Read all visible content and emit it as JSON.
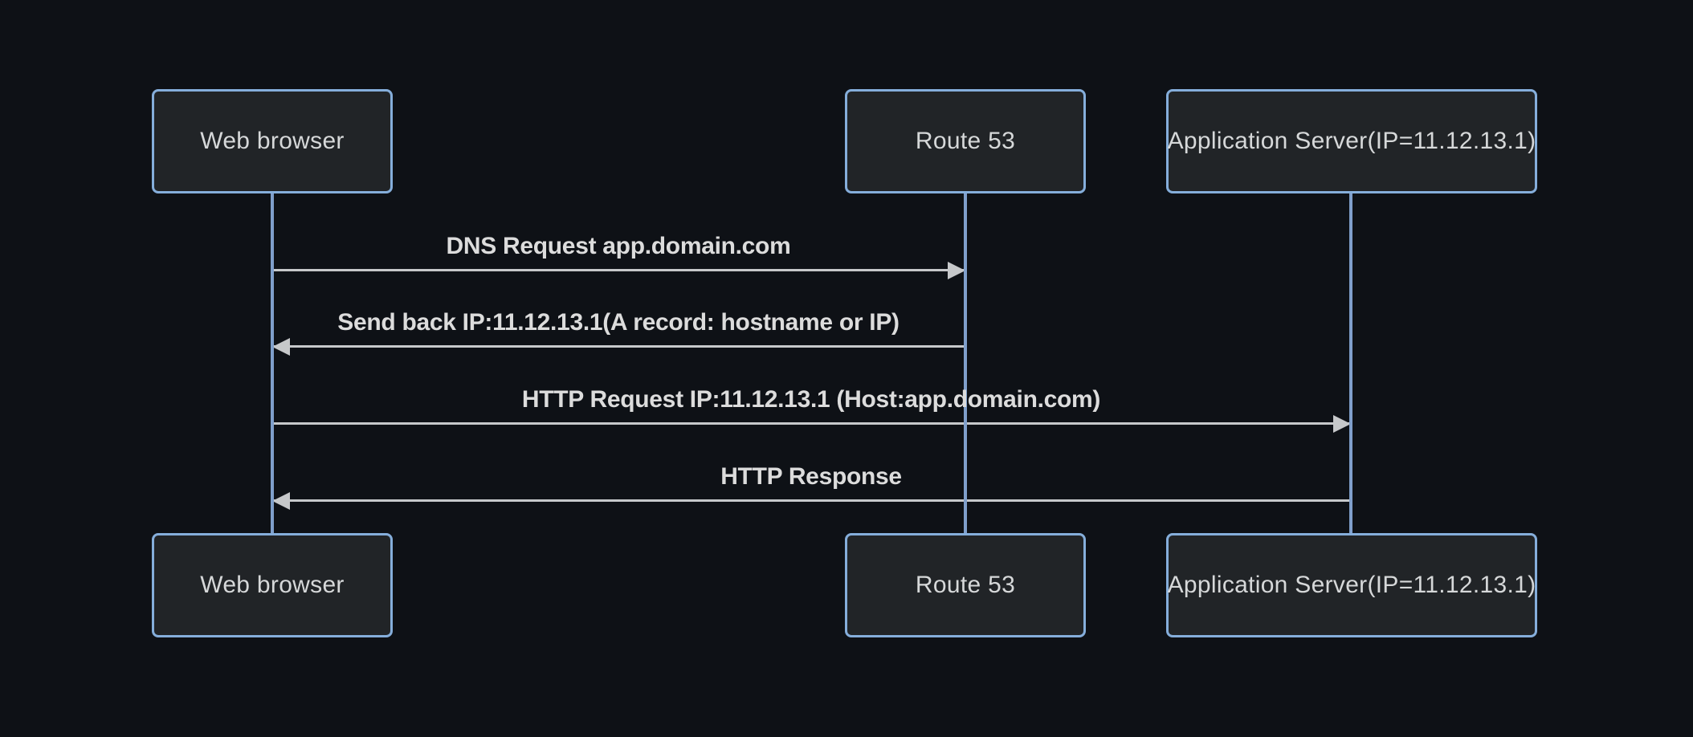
{
  "diagram": {
    "type": "sequence-diagram",
    "actors": [
      {
        "id": "web-browser",
        "label": "Web browser"
      },
      {
        "id": "route-53",
        "label": "Route 53"
      },
      {
        "id": "app-server",
        "label": "Application Server(IP=11.12.13.1)"
      }
    ],
    "messages": [
      {
        "from": "web-browser",
        "to": "route-53",
        "direction": "right",
        "label": "DNS Request app.domain.com"
      },
      {
        "from": "route-53",
        "to": "web-browser",
        "direction": "left",
        "label": "Send back IP:11.12.13.1(A record: hostname or IP)"
      },
      {
        "from": "web-browser",
        "to": "app-server",
        "direction": "right",
        "label": "HTTP Request IP:11.12.13.1 (Host:app.domain.com)"
      },
      {
        "from": "app-server",
        "to": "web-browser",
        "direction": "left",
        "label": "HTTP Response"
      }
    ],
    "colors": {
      "background": "#0e1116",
      "actor_fill": "#212427",
      "actor_border": "#85aedb",
      "actor_text": "#d6d8d9",
      "lifeline": "#7f9fcb",
      "message_line": "#c6c8ca",
      "message_text": "#dcdcdc"
    }
  }
}
